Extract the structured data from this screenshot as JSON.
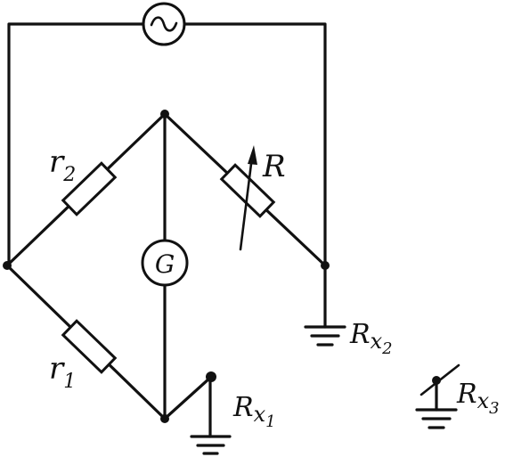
{
  "labels": {
    "r2": {
      "main": "r",
      "sub": "2"
    },
    "r1": {
      "main": "r",
      "sub": "1"
    },
    "R": "R",
    "G": "G",
    "rx1": {
      "main": "R",
      "x": "x",
      "sub": "1"
    },
    "rx2": {
      "main": "R",
      "x": "x",
      "sub": "2"
    },
    "rx3": {
      "main": "R",
      "x": "x",
      "sub": "3"
    }
  },
  "icons": {
    "source": "ac-source-icon",
    "galvanometer": "galvanometer-icon",
    "ground": "ground-icon"
  },
  "colors": {
    "ink": "#111111",
    "background": "#ffffff"
  }
}
